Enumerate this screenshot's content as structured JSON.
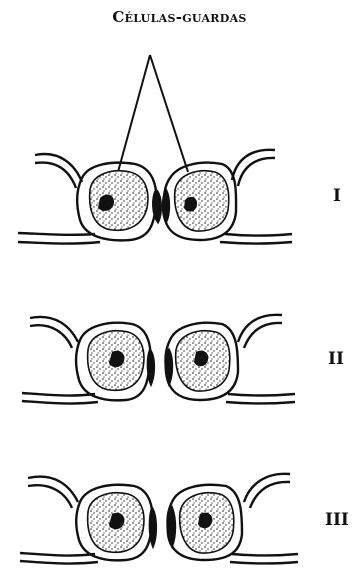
{
  "title": "Células-guardas",
  "stages": [
    {
      "label": "I"
    },
    {
      "label": "II"
    },
    {
      "label": "III"
    }
  ]
}
